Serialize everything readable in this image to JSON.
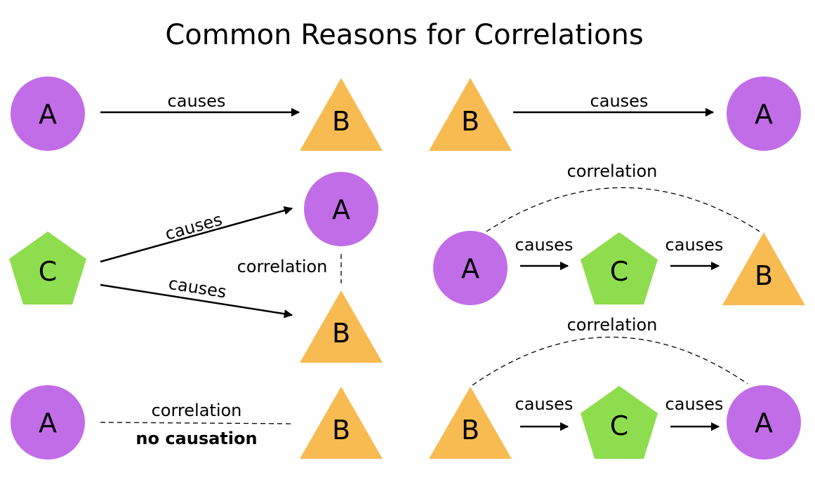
{
  "title": "Common Reasons for Correlations",
  "colors": {
    "circle": "#C26DE8",
    "triangle": "#F8BB52",
    "pentagon": "#8EDD4E",
    "line": "#000000"
  },
  "labels": {
    "causes": "causes",
    "correlation": "correlation",
    "no_causation": "no causation"
  },
  "nodes": {
    "A": "A",
    "B": "B",
    "C": "C"
  }
}
